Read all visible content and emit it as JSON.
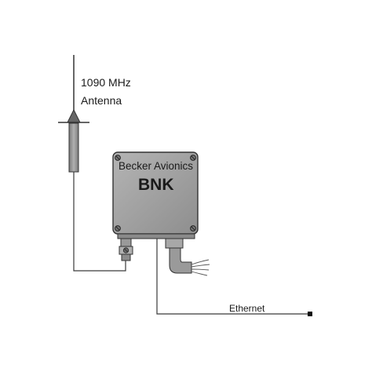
{
  "antenna": {
    "label_line1": "1090 MHz",
    "label_line2": "Antenna"
  },
  "device": {
    "manufacturer": "Becker Avionics",
    "model": "BNK"
  },
  "connections": {
    "ethernet_label": "Ethernet"
  },
  "colors": {
    "housing": "#9e9e9e",
    "line": "#3a3a3a",
    "background": "#ffffff"
  }
}
